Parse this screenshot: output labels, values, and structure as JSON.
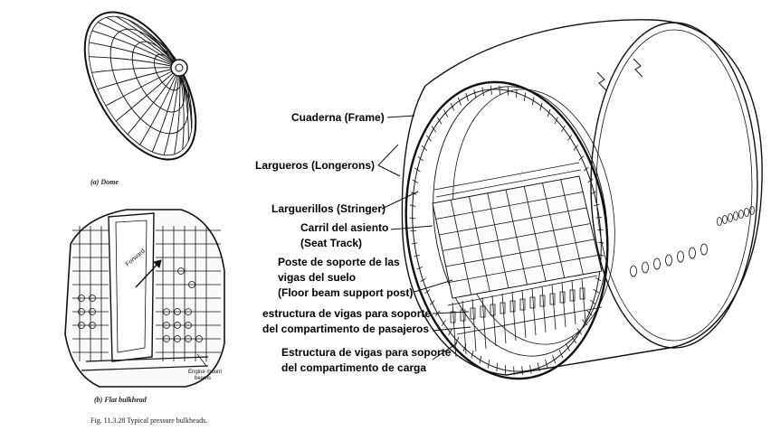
{
  "left_panel": {
    "dome_caption": "(a) Dome",
    "flat_caption": "(b) Flat bulkhead",
    "forward_label": "Forward",
    "engine_mount_label_1": "Engine mount",
    "engine_mount_label_2": "beams",
    "figure_caption": "Fig. 11.3.28   Typical pressure bulkheads."
  },
  "callouts": {
    "frame": "Cuaderna (Frame)",
    "longerons": "Largueros (Longerons)",
    "stringer": "Larguerillos (Stringer)",
    "seat_track_1": "Carril del asiento",
    "seat_track_2": "(Seat Track)",
    "floor_post_1": "Poste de soporte de las",
    "floor_post_2": "vigas del suelo",
    "floor_post_3": "(Floor beam support post)",
    "passenger_1": "estructura de vigas para soporte",
    "passenger_2": "del compartimento de pasajeros",
    "cargo_1": "Estructura de vigas para soporte",
    "cargo_2": "del compartimento de carga"
  }
}
